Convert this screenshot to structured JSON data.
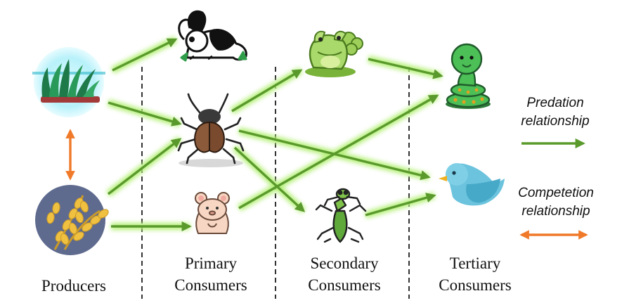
{
  "levels": {
    "producers": "Producers",
    "primary": [
      "Primary",
      "Consumers"
    ],
    "secondary": [
      "Secondary",
      "Consumers"
    ],
    "tertiary": [
      "Tertiary",
      "Consumers"
    ]
  },
  "legend": {
    "predation": [
      "Predation",
      "relationship"
    ],
    "competition": [
      "Competetion",
      "relationship"
    ]
  },
  "organisms": [
    "grass-icon",
    "rice-icon",
    "rabbit-icon",
    "beetle-icon",
    "mouse-icon",
    "frog-icon",
    "mantis-icon",
    "snake-icon",
    "bird-icon"
  ],
  "colors": {
    "predation_arrow": "#5a9a2c",
    "predation_glow": "#b6f07a",
    "competition_arrow": "#f07a2a",
    "competition_glow": "#ffd4a8",
    "divider": "#000000"
  }
}
